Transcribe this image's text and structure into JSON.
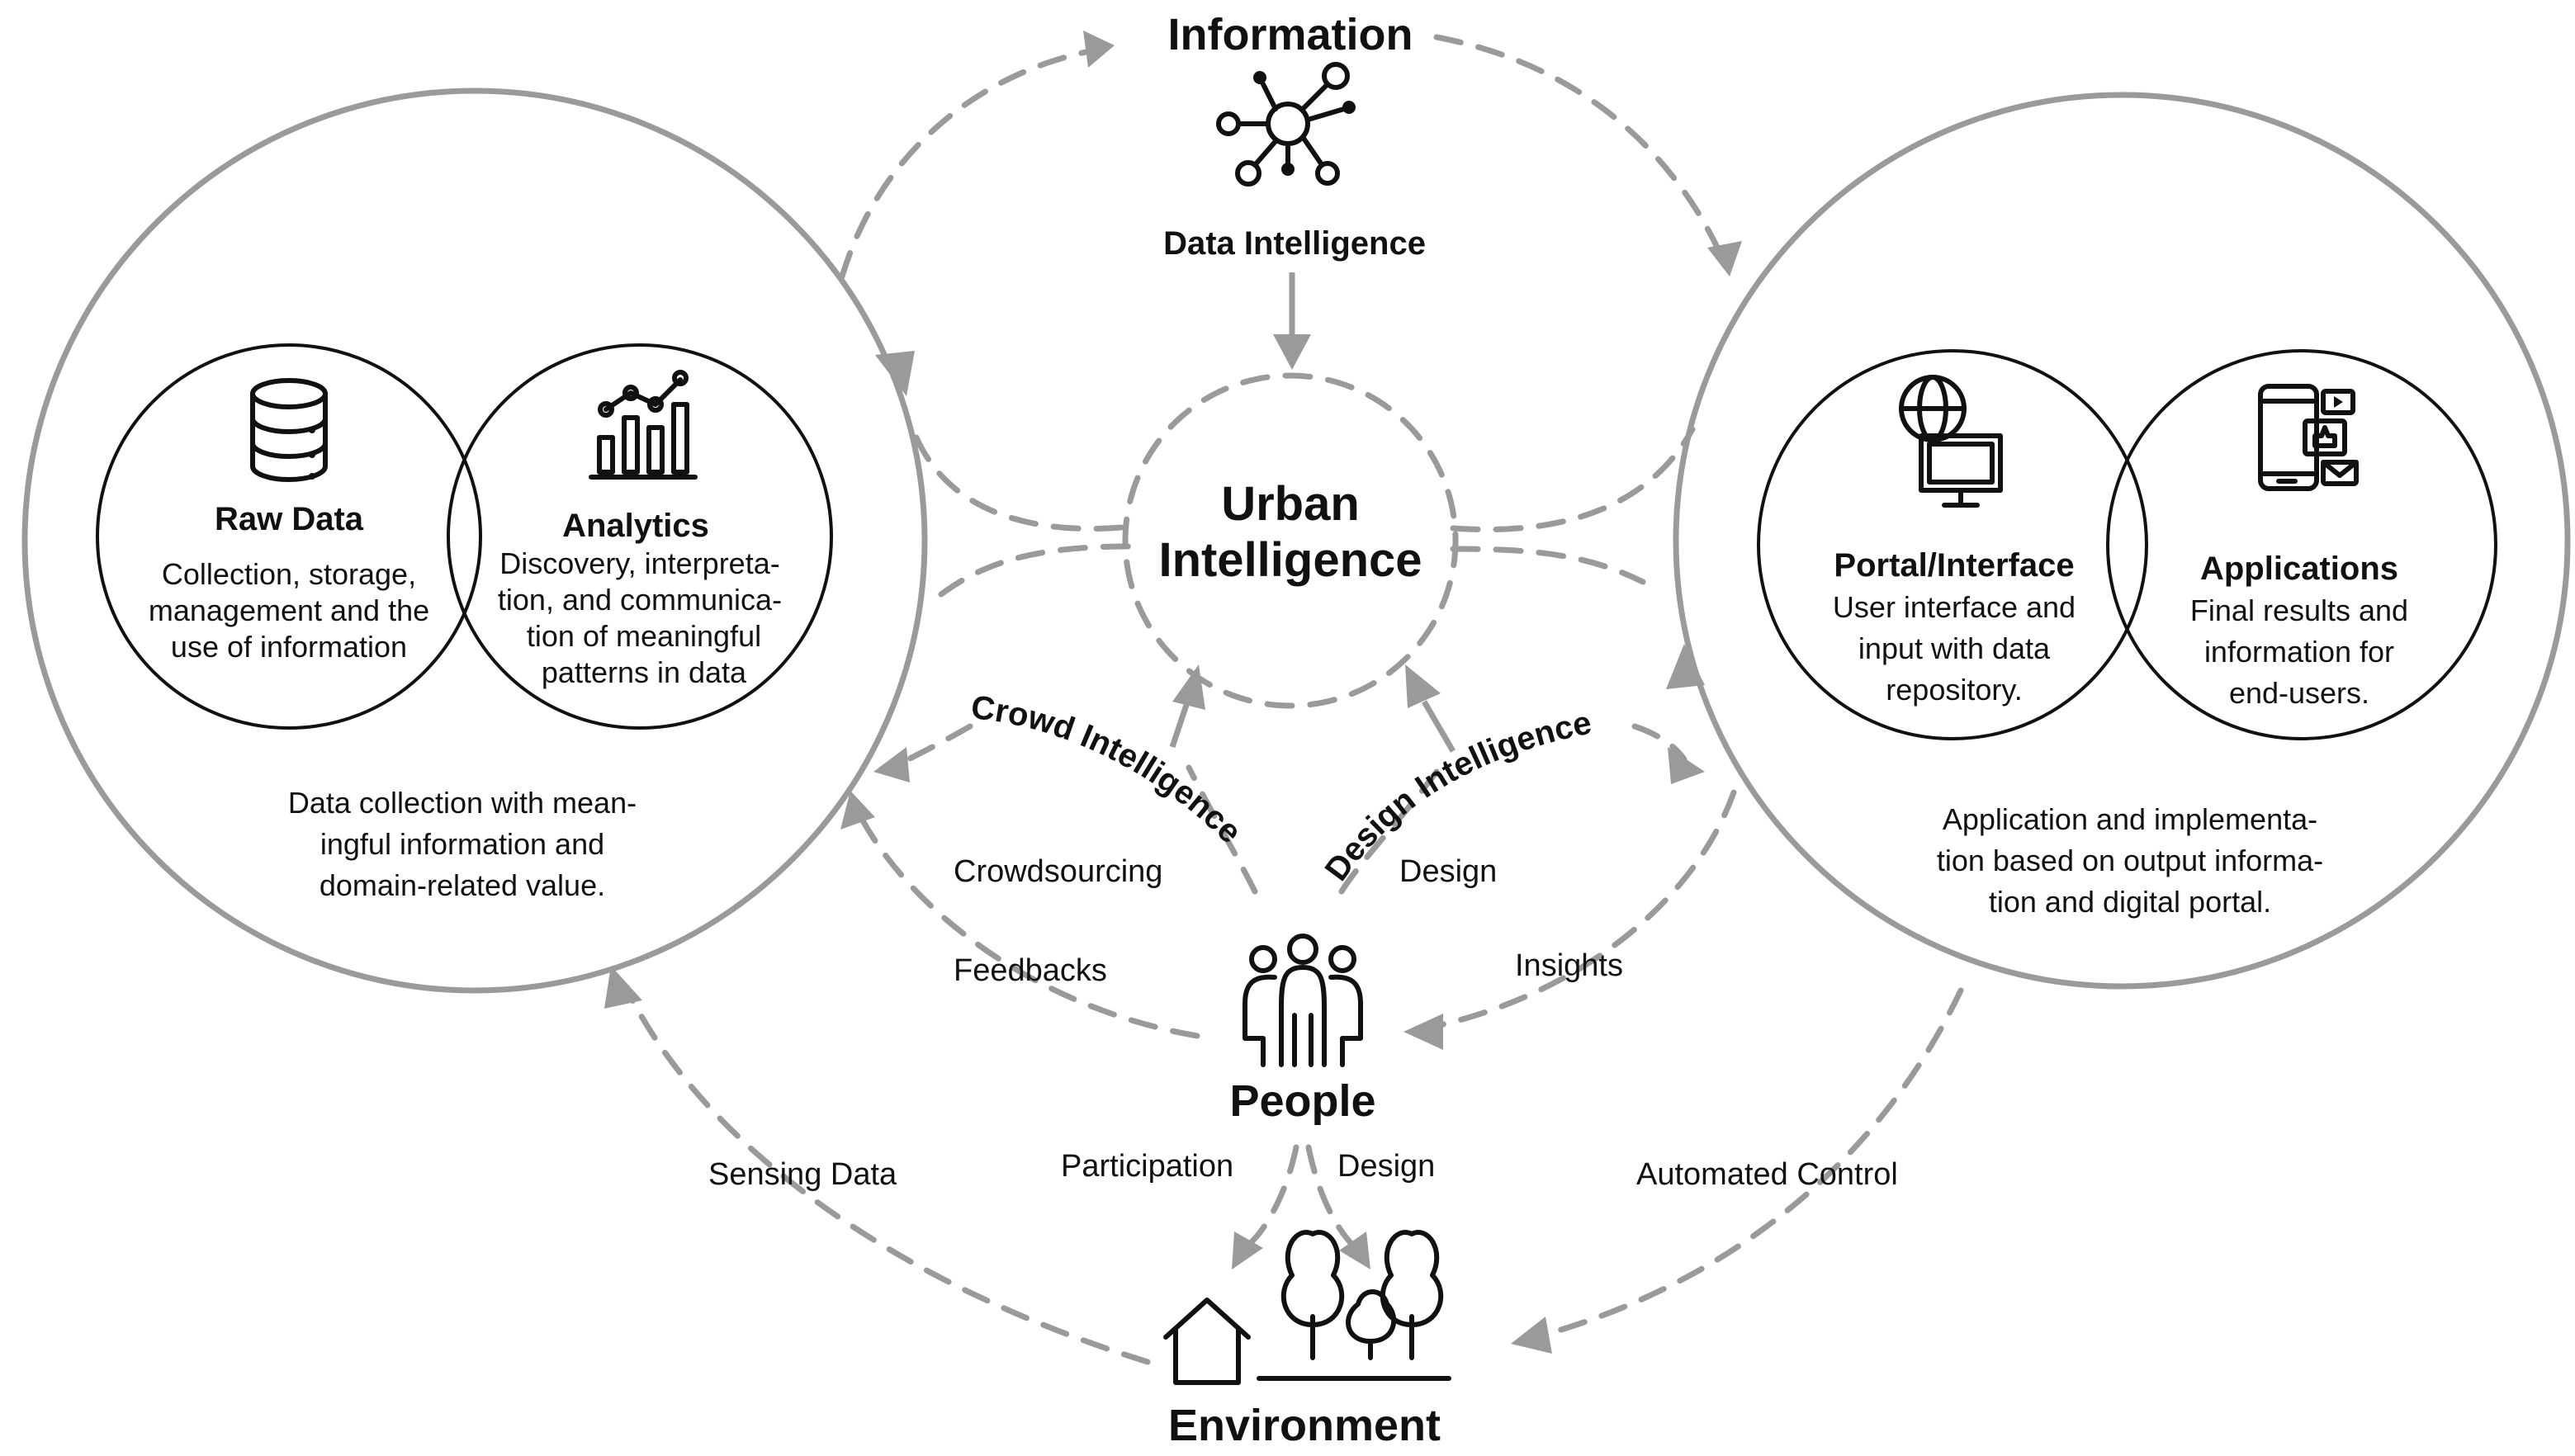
{
  "nodes": {
    "information": "Information",
    "urban_intelligence": [
      "Urban",
      "Intelligence"
    ],
    "people": "People",
    "environment": "Environment"
  },
  "data_intelligence": "Data Intelligence",
  "left": {
    "raw_data": {
      "title": "Raw Data",
      "lines": [
        "Collection, storage,",
        "management and the",
        "use of information"
      ]
    },
    "analytics": {
      "title": "Analytics",
      "lines": [
        "Discovery, interpreta-",
        "tion, and communica-",
        "tion of meaningful",
        "patterns in data"
      ]
    },
    "summary": [
      "Data collection with mean-",
      "ingful information and",
      "domain-related value."
    ]
  },
  "right": {
    "portal": {
      "title": "Portal/Interface",
      "lines": [
        "User interface and",
        "input with data",
        "repository."
      ]
    },
    "applications": {
      "title": "Applications",
      "lines": [
        "Final results and",
        "information for",
        "end-users."
      ]
    },
    "summary": [
      "Application and implementa-",
      "tion based on output informa-",
      "tion and digital portal."
    ]
  },
  "curved_labels": {
    "crowd": "Crowd Intelligence",
    "design": "Design Intelligence"
  },
  "edge_labels": {
    "crowdsourcing": "Crowdsourcing",
    "design_upper": "Design",
    "feedbacks": "Feedbacks",
    "insights": "Insights",
    "sensing_data": "Sensing Data",
    "participation": "Participation",
    "design_lower": "Design",
    "automated_control": "Automated Control"
  },
  "icons": [
    "network-icon",
    "database-icon",
    "bar-chart-icon",
    "globe-monitor-icon",
    "mobile-app-icon",
    "people-icon",
    "house-icon",
    "tree-icon"
  ],
  "colors": {
    "arrow_gray": "#9a9a9a",
    "ink": "#111111",
    "background": "#ffffff"
  }
}
